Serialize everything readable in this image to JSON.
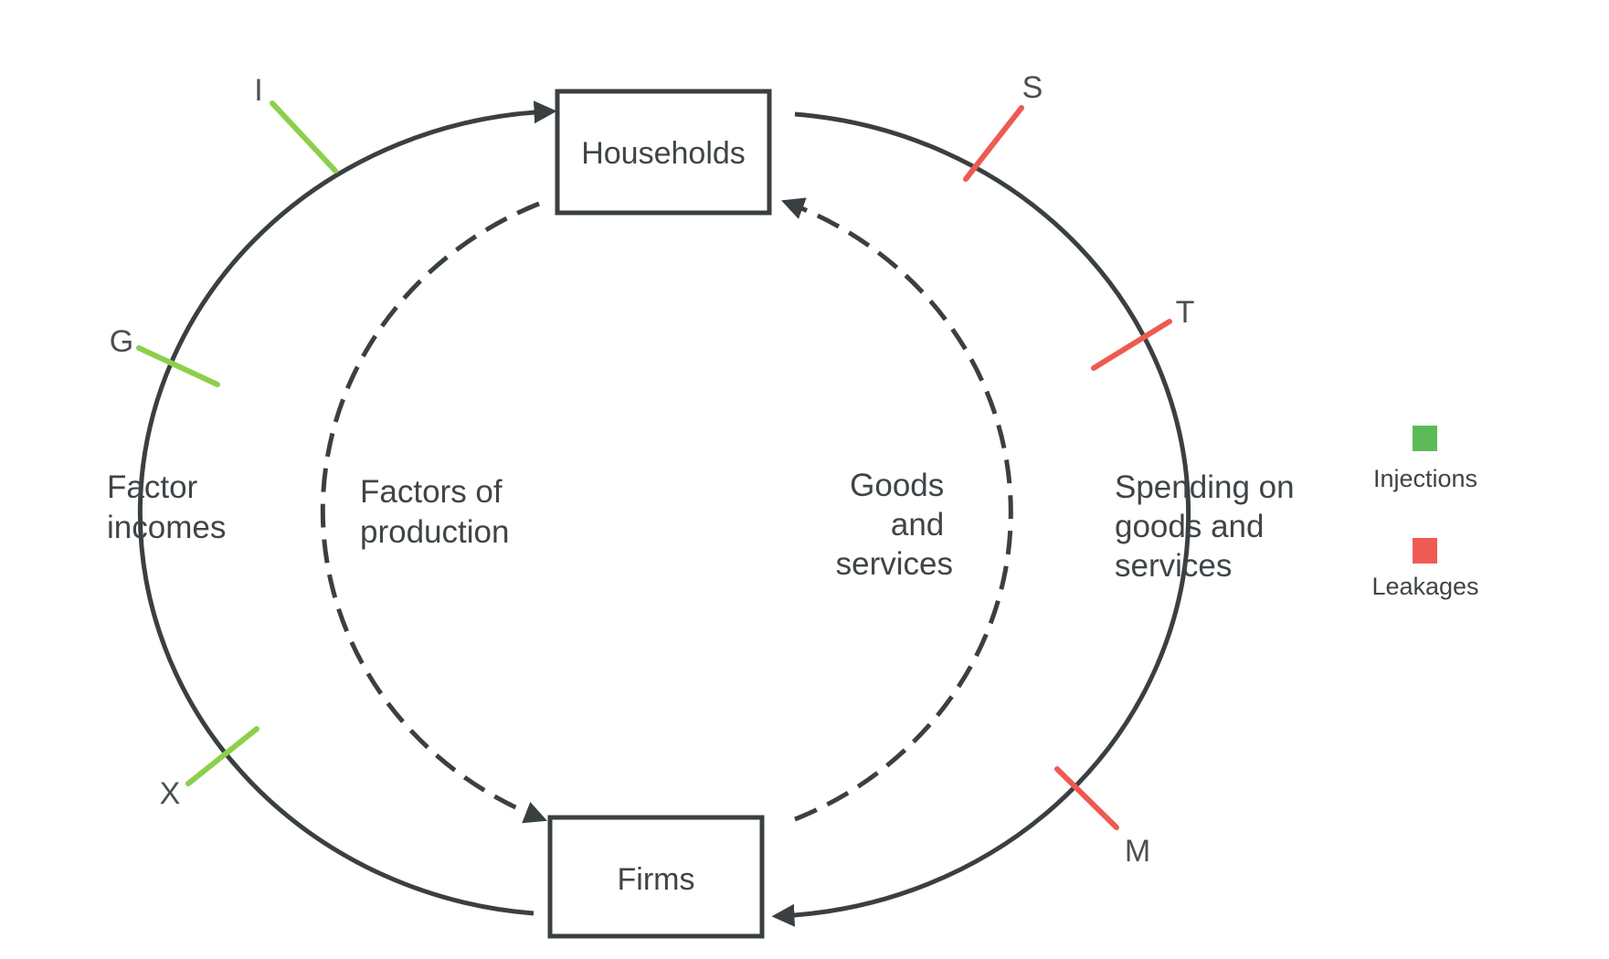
{
  "nodes": {
    "households": "Households",
    "firms": "Firms"
  },
  "flows": {
    "factor_incomes": [
      "Factor",
      "incomes"
    ],
    "factors_of_production": [
      "Factors of",
      "production"
    ],
    "goods_and_services": [
      "Goods",
      "and",
      "services"
    ],
    "spending": [
      "Spending on",
      "goods and",
      "services"
    ]
  },
  "injections": [
    {
      "label": "I"
    },
    {
      "label": "G"
    },
    {
      "label": "X"
    }
  ],
  "leakages": [
    {
      "label": "S"
    },
    {
      "label": "T"
    },
    {
      "label": "M"
    }
  ],
  "legend": {
    "injections_label": "Injections",
    "leakages_label": "Leakages"
  },
  "colors": {
    "injection": "#8cd04a",
    "leakage": "#ee5a50",
    "injection_swatch": "#5dbb57",
    "leakage_swatch": "#f05a55",
    "line": "#3a3f42"
  }
}
